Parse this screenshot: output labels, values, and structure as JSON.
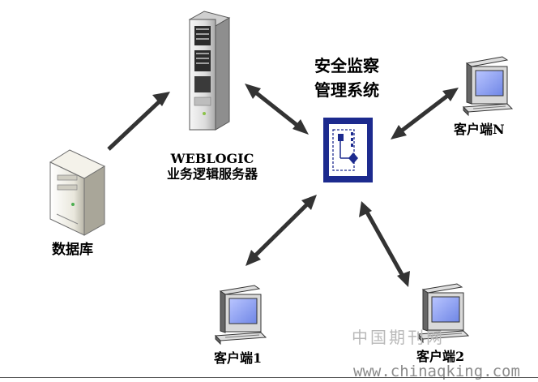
{
  "nodes": {
    "database": {
      "label": "数据库"
    },
    "server": {
      "label_line1": "WEBLOGIC",
      "label_line2": "业务逻辑服务器"
    },
    "security": {
      "label_line1": "安全监察",
      "label_line2": "管理系统"
    },
    "client_n": {
      "label": "客户端N"
    },
    "client_1": {
      "label": "客户端1"
    },
    "client_2": {
      "label": "客户端2"
    }
  },
  "watermark": {
    "cn": "中国期刊网",
    "url": "www.chinaqking.com"
  },
  "colors": {
    "arrow": "#333333",
    "monitor_screen": "#8fa3f2",
    "security_box": "#1c2a8e",
    "server_body": "#e8e8e8"
  }
}
